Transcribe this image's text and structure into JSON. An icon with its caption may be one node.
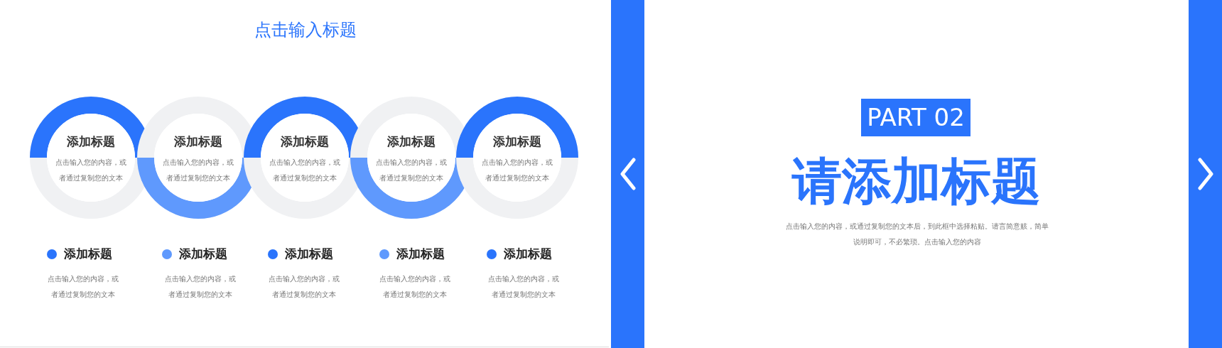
{
  "diagram": {
    "title": "点击输入标题",
    "nodes": [
      {
        "text": [
          "添加标题",
          "点击输入您的内容，或者通过复制您的文本"
        ]
      },
      {
        "text": [
          "添加标题",
          "点击输入您的内容，或者通过复制您的文本"
        ]
      },
      {
        "text": [
          "添加标题",
          "点击输入您的内容，或者通过复制您的文本"
        ]
      },
      {
        "text": [
          "添加标题",
          "点击输入您的内容，或者通过复制您的文本"
        ]
      },
      {
        "text": [
          "添加标题",
          "点击输入您的内容，或者通过复制您的文本"
        ]
      },
      {
        "text": [
          "PART 02"
        ]
      }
    ],
    "edges": [],
    "labels": [
      "添加标题",
      "点击输入您的内容，或者通过复制您的文本",
      "添加标题",
      "点击输入您的内容，或者通过复制您的文本",
      "添加标题",
      "点击输入您的内容，或者通过复制您的文本",
      "添加标题",
      "点击输入您的内容，或者通过复制您的文本",
      "添加标题",
      "点击输入您的内容，或者通过复制您的文本",
      "请添加标题",
      "点击输入您的内容，或通过复制您的文本后，到此框中选择粘贴。请言简意赅，简单说明即可，不必繁琐。点击输入您的内容"
    ]
  }
}
